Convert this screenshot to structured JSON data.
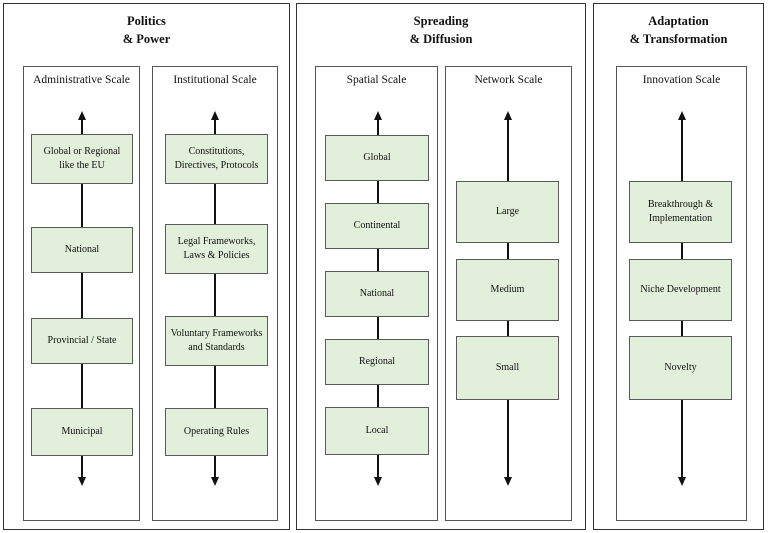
{
  "groups": [
    {
      "title": "Politics\n& Power",
      "scales": [
        {
          "title": "Administrative Scale",
          "levels": [
            "Global or Regional\nlike the EU",
            "National",
            "Provincial  /  State",
            "Municipal"
          ]
        },
        {
          "title": "Institutional Scale",
          "levels": [
            "Constitutions,\nDirectives, Protocols",
            "Legal Frameworks,\nLaws & Policies",
            "Voluntary Frameworks\nand Standards",
            "Operating Rules"
          ]
        }
      ]
    },
    {
      "title": "Spreading\n& Diffusion",
      "scales": [
        {
          "title": "Spatial Scale",
          "levels": [
            "Global",
            "Continental",
            "National",
            "Regional",
            "Local"
          ]
        },
        {
          "title": "Network Scale",
          "levels": [
            "Large",
            "Medium",
            "Small"
          ]
        }
      ]
    },
    {
      "title": "Adaptation\n& Transformation",
      "scales": [
        {
          "title": "Innovation Scale",
          "levels": [
            "Breakthrough &\nImplementation",
            "Niche Development",
            "Novelty"
          ]
        }
      ]
    }
  ]
}
